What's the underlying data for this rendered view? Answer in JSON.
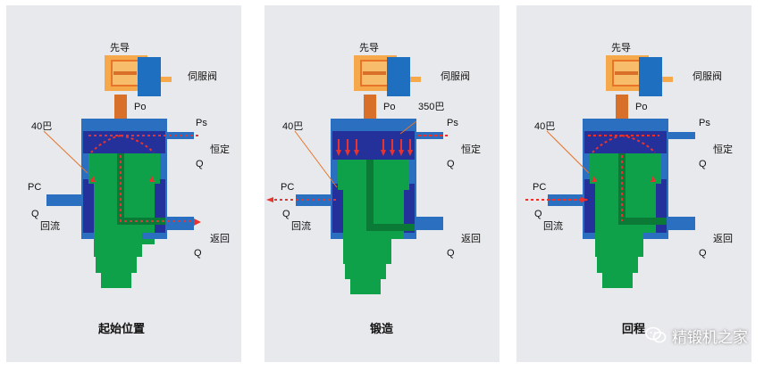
{
  "colors": {
    "panel_bg": "#e8e9ec",
    "body_blue": "#2a6fc0",
    "chamber_dark": "#24319a",
    "green": "#0ea14a",
    "green_dark": "#0b7a37",
    "orange": "#f5a94a",
    "orange_dark": "#e8742a",
    "rod": "#d9702a",
    "arrow_red": "#e8332e",
    "servo_blue": "#1f6fc1"
  },
  "panels": [
    {
      "caption": "起始位置",
      "labels": {
        "pilot": "先导",
        "servo": "伺服阀",
        "po": "Po",
        "ps": "Ps",
        "pressure_low": "40巴",
        "const_line1": "恒定",
        "const_line2": "Q",
        "pc": "PC",
        "q_left": "Q",
        "return_flow": "回流",
        "return_line1": "返回",
        "return_line2": "Q"
      },
      "state": "start"
    },
    {
      "caption": "锻造",
      "labels": {
        "pilot": "先导",
        "servo": "伺服阀",
        "po": "Po",
        "ps": "Ps",
        "pressure_low": "40巴",
        "pressure_high": "350巴",
        "const_line1": "恒定",
        "const_line2": "Q",
        "pc": "PC",
        "q_left": "Q",
        "return_flow": "回流",
        "return_line1": "返回",
        "return_line2": "Q"
      },
      "state": "forge"
    },
    {
      "caption": "回程",
      "labels": {
        "pilot": "先导",
        "servo": "伺服阀",
        "po": "Po",
        "ps": "Ps",
        "pressure_low": "40巴",
        "const_line1": "恒定",
        "const_line2": "Q",
        "pc": "PC",
        "q_left": "Q",
        "return_flow": "回流",
        "return_line1": "返回",
        "return_line2": "Q"
      },
      "state": "return"
    }
  ],
  "watermark": {
    "text": "精锻机之家",
    "icon": "wechat-icon"
  }
}
